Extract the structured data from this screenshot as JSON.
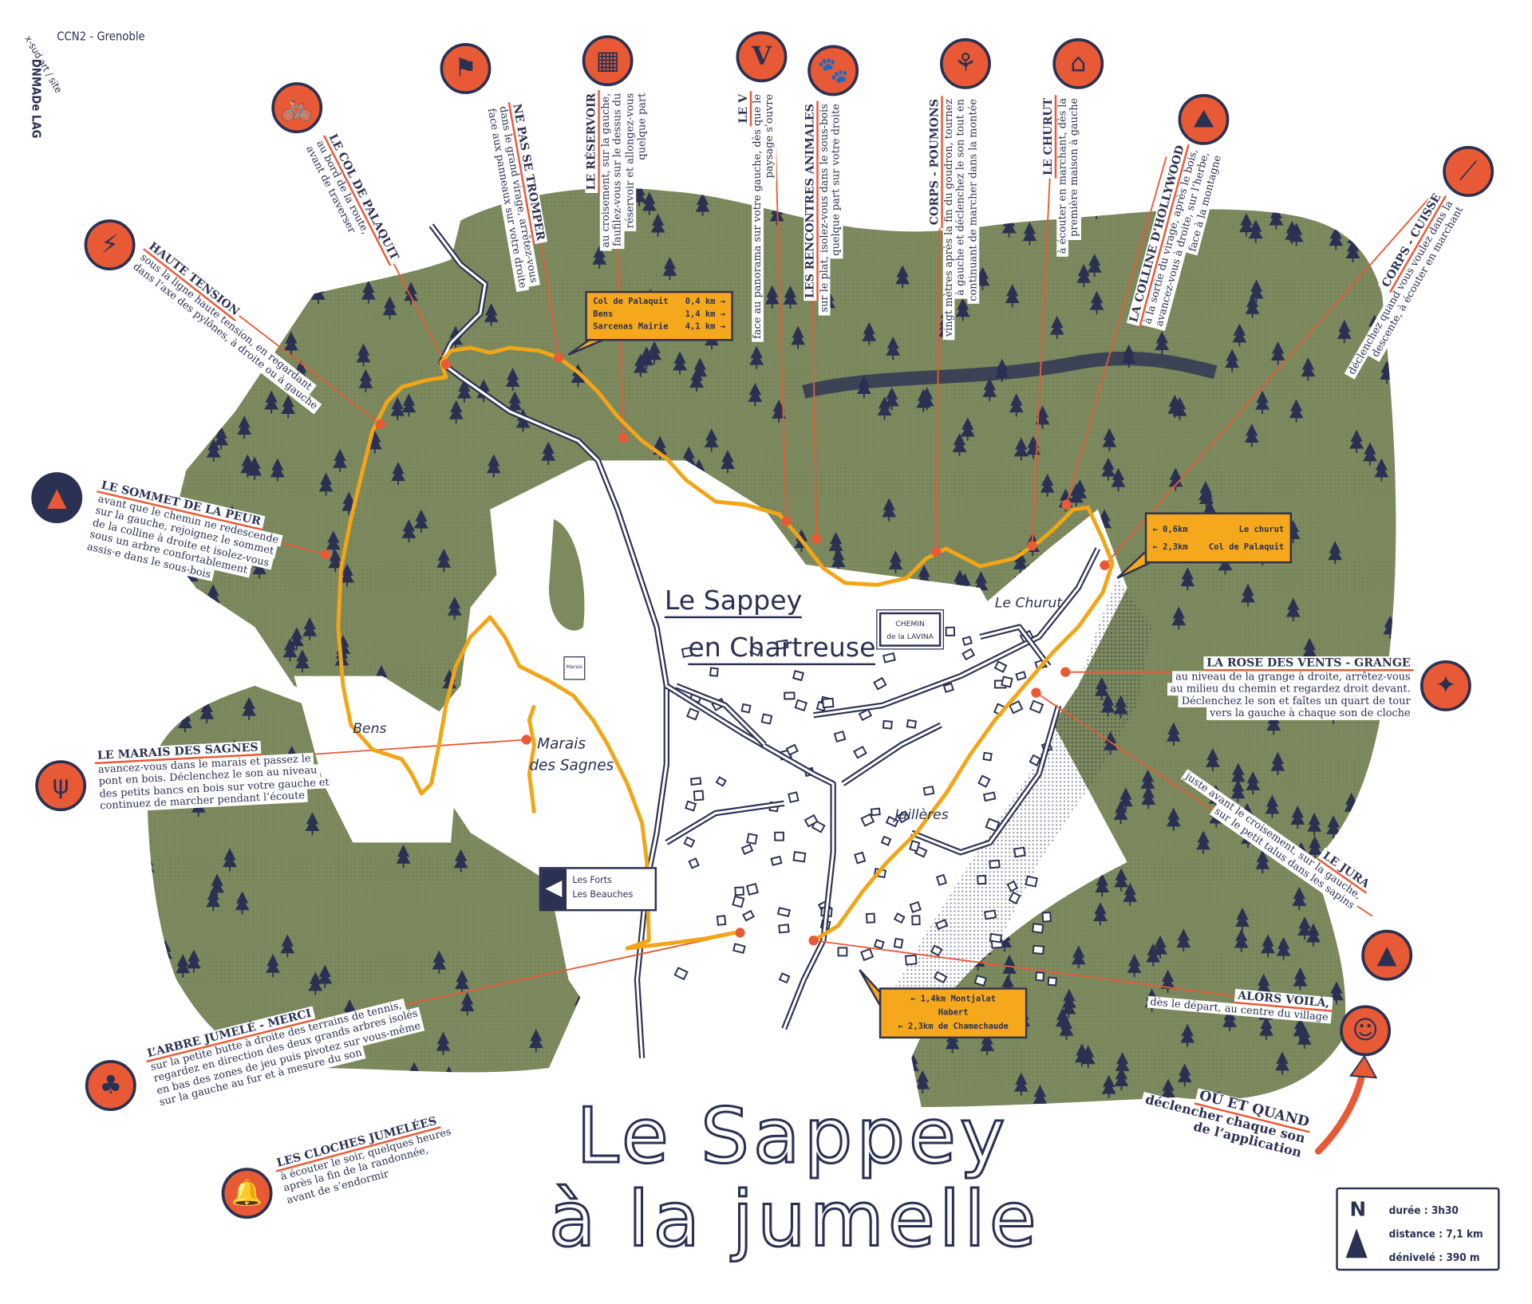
{
  "header": {
    "school": "CCN2 - Grenoble",
    "logo_text": "x-sud art / site",
    "program": "DNMADe LAG"
  },
  "title": {
    "line1": "Le Sappey",
    "line2": "à la jumelle"
  },
  "stops": [
    {
      "title": "LE COL DE PALAQUIT",
      "lines": [
        "au bord de la route,",
        "avant de traverser"
      ],
      "icon": "bicycle-icon"
    },
    {
      "title": "NE PAS SE TROMPER",
      "lines": [
        "dans le grand virage, arrêtez-vous",
        "face aux panneaux sur votre droite"
      ],
      "icon": "signpost-icon"
    },
    {
      "title": "LE RÉSERVOIR",
      "lines": [
        "au croisement, sur la gauche,",
        "faufilez-vous sur le dessus du",
        "réservoir et allongez-vous",
        "quelque part"
      ],
      "icon": "reservoir-icon"
    },
    {
      "title": "LE V",
      "lines": [
        "face au panorama sur votre gauche, dès que le",
        "paysage s’ouvre"
      ],
      "icon": "v-letter-icon"
    },
    {
      "title": "LES RENCONTRES ANIMALES",
      "lines": [
        "sur le plat, isolez-vous dans le sous-bois",
        "quelque part sur votre droite"
      ],
      "icon": "paw-icon"
    },
    {
      "title": "CORPS - POUMONS",
      "lines": [
        "vingt mètres après la fin du goudron, tournez",
        "à gauche et déclenchez le son tout en",
        "continuant de marcher dans la montée"
      ],
      "icon": "lungs-icon"
    },
    {
      "title": "LE CHURUT",
      "lines": [
        "à écouter en marchant, dès la",
        "première maison à gauche"
      ],
      "icon": "house-icon"
    },
    {
      "title": "LA COLLINE D’HOLLYWOOD",
      "lines": [
        "à la sortie du virage, après le bois,",
        "avancez-vous à droite, sur l’herbe,",
        "face à la montagne"
      ],
      "icon": "hill-icon"
    },
    {
      "title": "CORPS - CUISSE",
      "lines": [
        "déclenchez quand vous voulez dans la",
        "descente, à écouter en marchant"
      ],
      "icon": "leg-icon"
    },
    {
      "title": "HAUTE TENSION",
      "lines": [
        "sous la ligne haute tension, en regardant",
        "dans l’axe des pylônes, à droite ou à gauche"
      ],
      "icon": "pylon-icon"
    },
    {
      "title": "LE SOMMET DE LA PEUR",
      "lines": [
        "avant que le chemin ne redescende",
        "sur la gauche, rejoignez le sommet",
        "de la colline à droite et isolez-vous",
        "sous un arbre confortablement",
        "assis·e dans le sous-bois"
      ],
      "icon": "ghost-icon"
    },
    {
      "title": "LE MARAIS DES SAGNES",
      "lines": [
        "avancez-vous dans le marais et passez le",
        "pont en bois. Déclenchez le son au niveau",
        "des petits bancs en bois sur votre gauche et",
        "continuez de marcher pendant l’écoute"
      ],
      "icon": "reeds-icon"
    },
    {
      "title": "L’ARBRE JUMELÉ - MERCI",
      "lines": [
        "sur la petite butte à droite des terrains de tennis,",
        "regardez en  direction des deux grands arbres isolés",
        "en bas des zones de jeu puis pivotez sur vous-même",
        "sur la gauche au fur et à mesure du son"
      ],
      "icon": "tree-icon"
    },
    {
      "title": "LES CLOCHES JUMELÉES",
      "lines": [
        "à écouter le soir, quelques heures",
        "après la fin de la randonnée,",
        "avant de s’endormir"
      ],
      "icon": "bell-icon"
    },
    {
      "title": "LA ROSE DES VENTS - GRANGE",
      "lines": [
        "au niveau de la grange à droite, arrêtez-vous",
        "au milieu du chemin et regardez droit devant.",
        "Déclenchez le son et faîtes un quart de tour",
        "vers la gauche à chaque son de cloche"
      ],
      "icon": "compass-rose-icon"
    },
    {
      "title": "LE JURA",
      "lines": [
        "juste avant le croisement, sur la gauche,",
        "sur le petit talus dans les sapins"
      ],
      "icon": "forest-icon"
    },
    {
      "title": "ALORS VOILÀ,",
      "lines": [
        "dès le départ, au centre du village"
      ],
      "icon": "hiker-icon"
    }
  ],
  "how_to": {
    "title": "OÙ ET QUAND",
    "lines": [
      "déclencher chaque son",
      "de l’application"
    ]
  },
  "signs": {
    "palaquit": [
      [
        "Col de Palaquit",
        "0,4 km →"
      ],
      [
        "Bens",
        "1,4 km →"
      ],
      [
        "Sarcenas Mairie",
        "4,1 km →"
      ]
    ],
    "churut": [
      [
        "← 0,6km",
        "Le churut"
      ],
      [
        "← 2,3km",
        "Col de Palaquit"
      ]
    ],
    "montjalat": [
      "← 1,4km Montjalat",
      "Habert",
      "← 2,3km de Chamechaude"
    ],
    "forts": [
      "Les Forts",
      "Les Beauches"
    ],
    "lavina": [
      "CHEMIN",
      "de la LAVINA"
    ],
    "marais": "Marais"
  },
  "places": {
    "sappey1": "Le Sappey",
    "sappey2": "en Chartreuse",
    "churut": "Le Churut",
    "bens": "Bens",
    "marais1": "Marais",
    "marais2": "des Sagnes",
    "jailleres": "Jaillères"
  },
  "legend": {
    "north": "N",
    "duration": "durée : 3h30",
    "distance": "distance : 7,1 km",
    "elevation": "dénivelé : 390 m"
  },
  "colors": {
    "forest": "#7c8a5d",
    "ink": "#2b3152",
    "accent": "#e85a36",
    "trail": "#f2a516"
  }
}
